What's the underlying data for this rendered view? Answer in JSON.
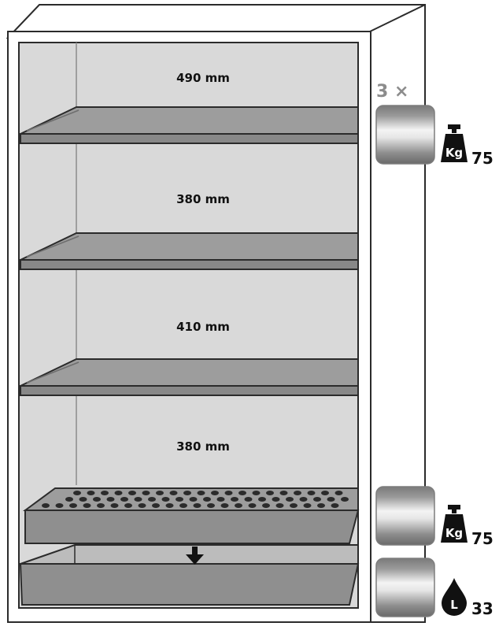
{
  "compartments": [
    {
      "height_label": "490 mm"
    },
    {
      "height_label": "380 mm"
    },
    {
      "height_label": "410 mm"
    },
    {
      "height_label": "380 mm"
    }
  ],
  "shelf_badge": {
    "quantity": "3 ×",
    "load_value": "75",
    "load_icon": "weight-icon",
    "load_icon_text": "Kg"
  },
  "perforated_insert_badge": {
    "load_value": "75",
    "load_icon": "weight-icon",
    "load_icon_text": "Kg"
  },
  "sump_badge": {
    "capacity_value": "33",
    "capacity_icon": "liquid-drop-icon",
    "capacity_icon_text": "L"
  },
  "colors": {
    "shelf": "#8f8f8f",
    "interior": "#d9d9d9",
    "outline": "#2b2b2b",
    "badge_metal_dark": "#6e6e6e",
    "badge_metal_light": "#f2f2f2"
  }
}
